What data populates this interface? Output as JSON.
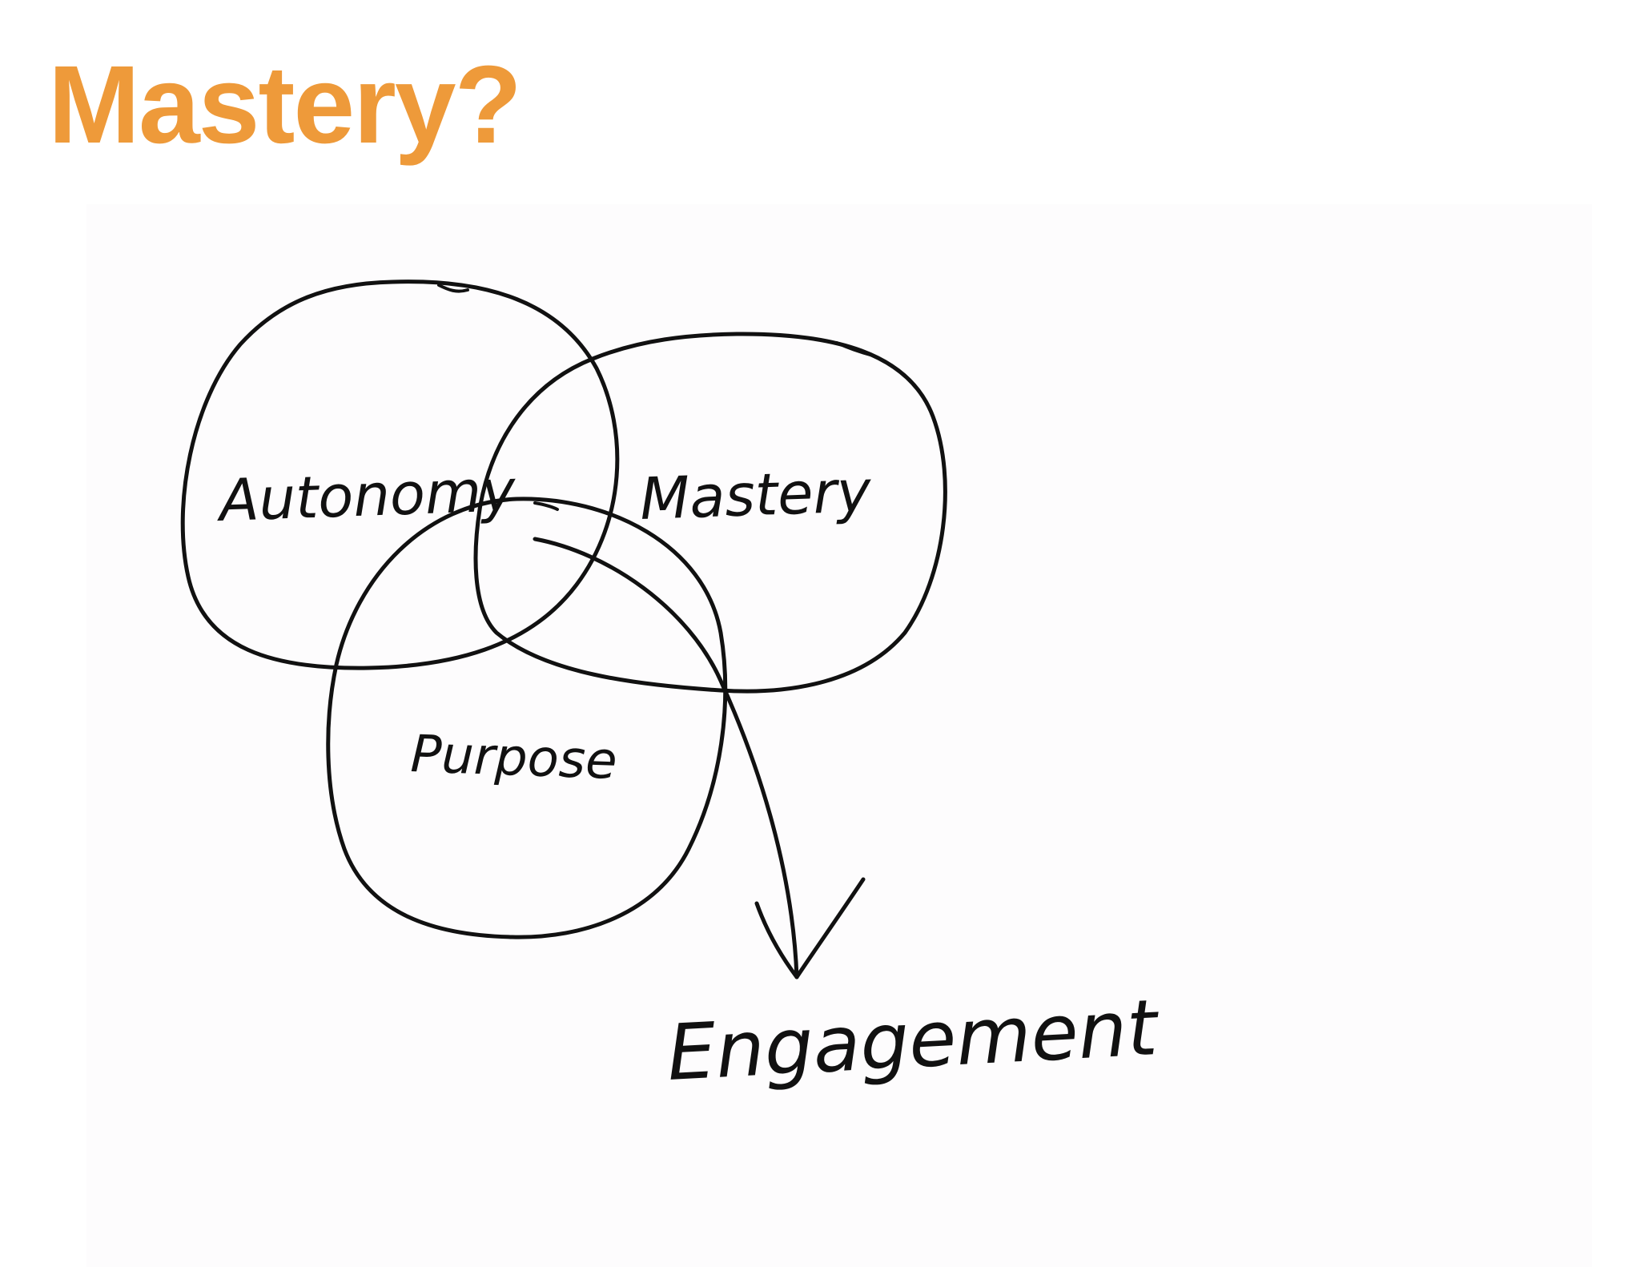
{
  "slide": {
    "title": "Mastery?",
    "title_color": "#EE9A3A"
  },
  "diagram": {
    "kind": "venn",
    "stroke_color": "#111111",
    "circles": [
      {
        "label": "Autonomy"
      },
      {
        "label": "Mastery"
      },
      {
        "label": "Purpose"
      }
    ],
    "arrow": {
      "from": "overlap",
      "to_label": "Engagement"
    }
  }
}
